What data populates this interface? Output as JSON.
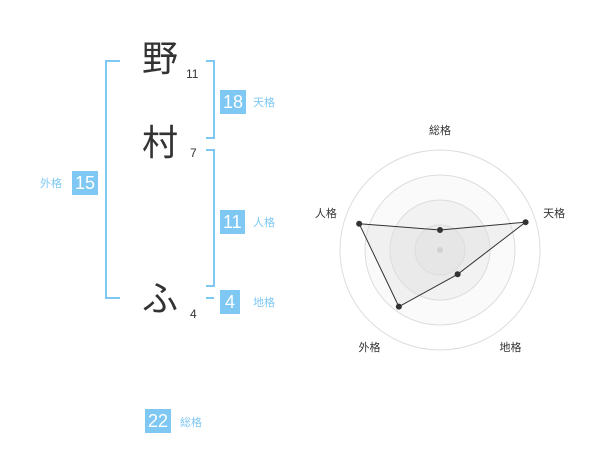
{
  "name": {
    "chars": [
      {
        "char": "野",
        "strokes": "11"
      },
      {
        "char": "村",
        "strokes": "7"
      },
      {
        "char": "ふ",
        "strokes": "4"
      }
    ]
  },
  "fortune": {
    "tenkaku": {
      "label": "天格",
      "value": "18"
    },
    "jinkaku": {
      "label": "人格",
      "value": "11"
    },
    "chikaku": {
      "label": "地格",
      "value": "4"
    },
    "gaikaku": {
      "label": "外格",
      "value": "15"
    },
    "soukaku": {
      "label": "総格",
      "value": "22"
    }
  },
  "colors": {
    "accent": "#7ec8f3",
    "text": "#333333",
    "grid": "#dddddd"
  },
  "chart_data": {
    "type": "radar",
    "axes": [
      "総格",
      "天格",
      "地格",
      "外格",
      "人格"
    ],
    "values": [
      0.2,
      0.9,
      0.3,
      0.7,
      0.85
    ],
    "range": [
      0,
      1
    ],
    "rings": 4
  }
}
